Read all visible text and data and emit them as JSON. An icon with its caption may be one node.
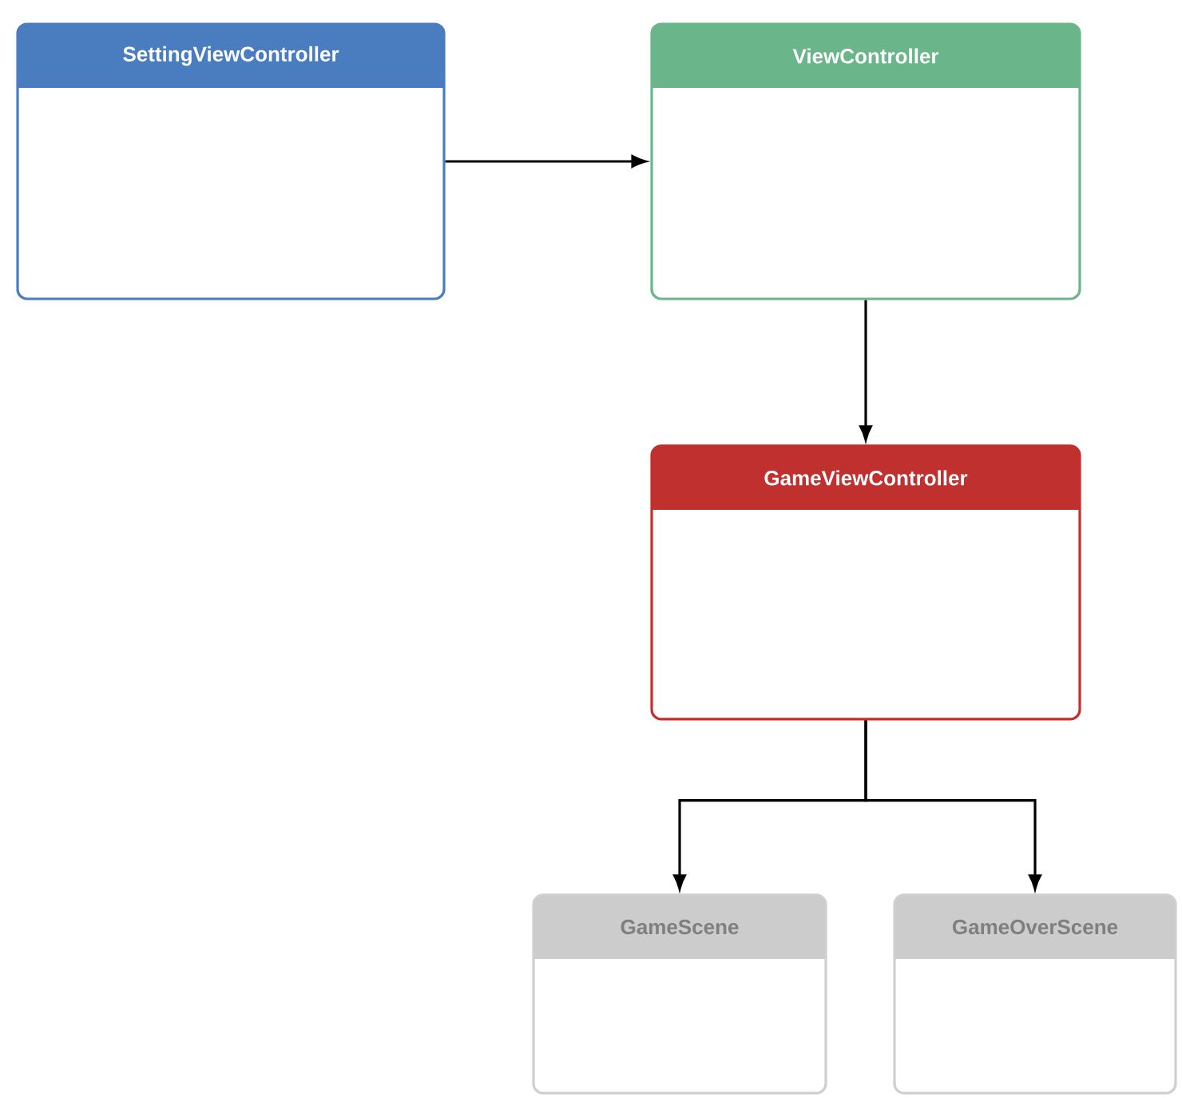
{
  "diagram": {
    "nodes": [
      {
        "text": [
          "SettingViewController"
        ]
      },
      {
        "text": [
          "ViewController"
        ]
      },
      {
        "text": [
          "GameViewController"
        ]
      },
      {
        "text": [
          "GameScene"
        ]
      },
      {
        "text": [
          "GameOverScene"
        ]
      }
    ],
    "edges": [
      {
        "from": 0,
        "to": 1,
        "arrow": "to"
      },
      {
        "from": 1,
        "to": 2,
        "arrow": "to"
      },
      {
        "from": 2,
        "to": 3,
        "arrow": "to"
      },
      {
        "from": 2,
        "to": 4,
        "arrow": "to"
      }
    ]
  }
}
